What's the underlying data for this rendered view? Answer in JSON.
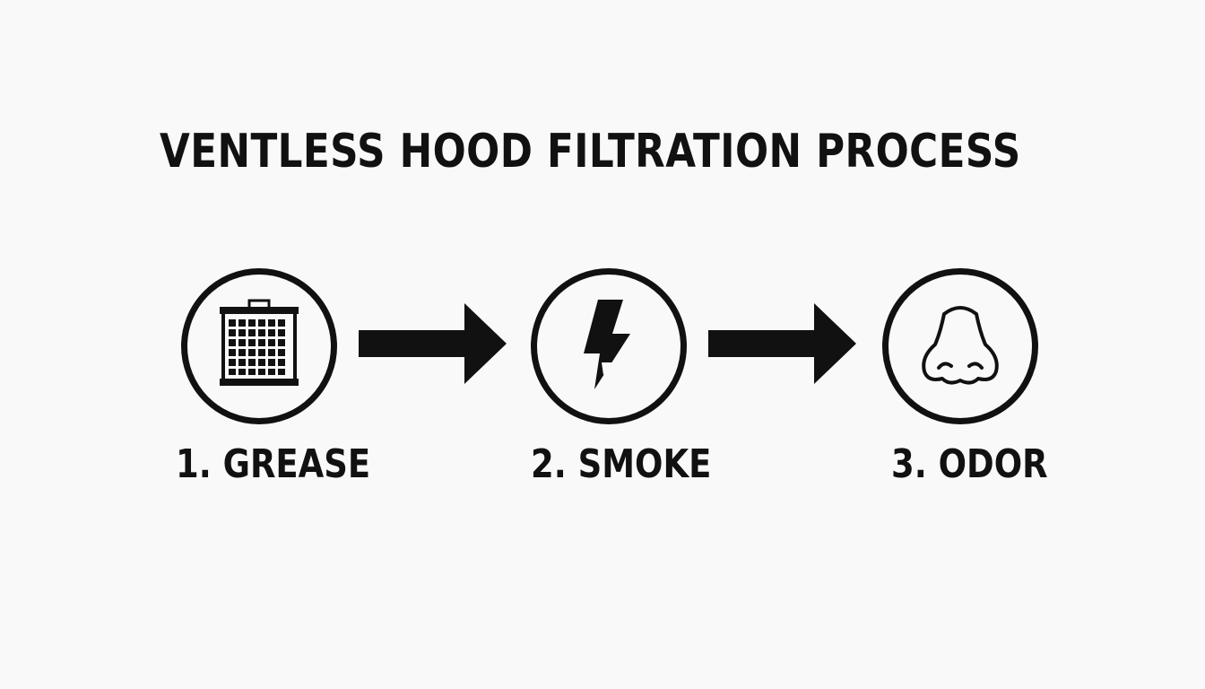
{
  "title": "VENTLESS HOOD FILTRATION PROCESS",
  "steps": [
    {
      "label": "1. GREASE",
      "icon": "grease-filter-icon"
    },
    {
      "label": "2. SMOKE",
      "icon": "lightning-bolt-icon"
    },
    {
      "label": "3. ODOR",
      "icon": "nose-icon"
    }
  ],
  "connectors": [
    "right-arrow-icon",
    "right-arrow-icon"
  ],
  "colors": {
    "background": "#f9f9f9",
    "foreground": "#111111"
  }
}
